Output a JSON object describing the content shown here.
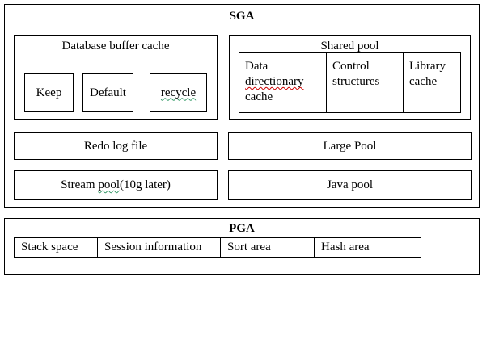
{
  "sga": {
    "title": "SGA",
    "database_buffer_cache": {
      "title": "Database buffer cache",
      "pools": [
        "Keep",
        "Default",
        "recycle"
      ]
    },
    "shared_pool": {
      "title": "Shared pool",
      "data_dictionary_cache": {
        "before": "Data ",
        "misspelled": "directionary",
        "after": " cache"
      },
      "control_structures": "Control structures",
      "library_cache": "Library cache"
    },
    "redo_log_file": "Redo log file",
    "large_pool": "Large Pool",
    "stream_pool": {
      "before": "Stream ",
      "flagged": "pool",
      "after": "(10g later)"
    },
    "java_pool": "Java pool"
  },
  "pga": {
    "title": "PGA",
    "cells": [
      "Stack space",
      "Session information",
      "Sort area",
      "Hash area"
    ]
  },
  "colors": {
    "border": "#000000",
    "background": "#ffffff",
    "spell_error_underline": "#cc0000",
    "grammar_underline": "#339966"
  }
}
